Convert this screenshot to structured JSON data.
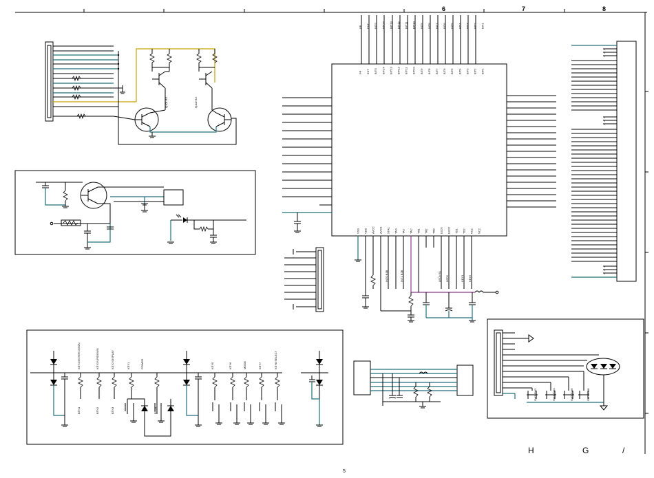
{
  "frame": {
    "zone_numbers": [
      "6",
      "7",
      "8"
    ],
    "zone_letters": [
      "H",
      "G",
      "/"
    ],
    "page_number": "5"
  },
  "mcu": {
    "top_pins": [
      "PP",
      "EXT",
      "BITS",
      "BIT14",
      "BIT13",
      "BIT12",
      "BIT11",
      "BIT10",
      "BIT9",
      "BIT8",
      "BIT7",
      "BIT6",
      "BIT5",
      "BIT4",
      "BIT3",
      "BIT2",
      "BIT1"
    ],
    "bottom_pins": [
      "VSS",
      "VDD",
      "AVCC",
      "AVSS",
      "XTAL",
      "TAG",
      "TA2",
      "TAC",
      "TR1",
      "TR2",
      "TR3",
      "LED1",
      "LED2",
      "TD1",
      "TD2",
      "NC1",
      "NC2"
    ]
  },
  "net_labels": {
    "transistor_a": "Q101 B3",
    "transistor_b": "Q102 B3",
    "mcu_low": [
      "INT0 B1B",
      "INT1 B2B"
    ],
    "mcu_right": [
      "LED1 B1",
      "LED2",
      "KEY1",
      "KEY2"
    ],
    "keypad": [
      "KEY4 ENTER DOWN",
      "KEY3 UP/DOWN",
      "KEY2 DISPLAY",
      "KEY1",
      "POWER",
      "KEY5",
      "KEY6",
      "MODE",
      "KEY7",
      "KEY8 SELECT",
      "BTN1",
      "BTN2",
      "BTN3",
      "BTN4"
    ],
    "switches": [
      "SW1 SW2",
      "SW3 SW4",
      "SW5 SW6",
      "SW7 SW8"
    ]
  }
}
